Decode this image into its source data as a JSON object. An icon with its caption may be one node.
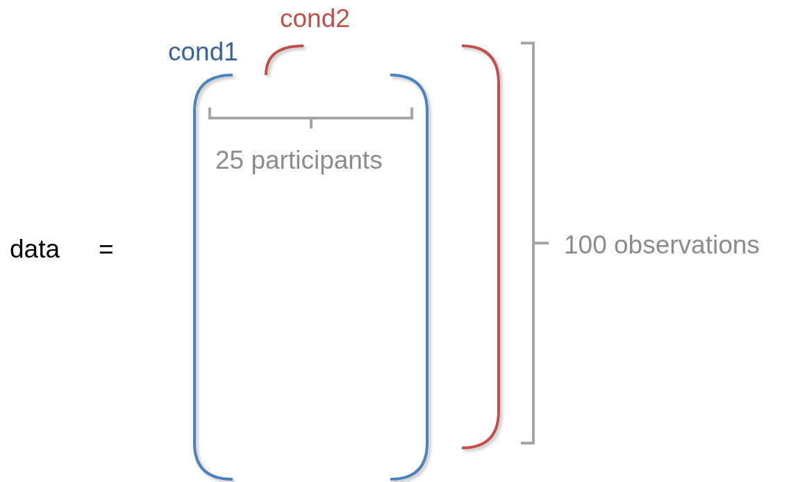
{
  "diagram": {
    "labels": [
      "cond2",
      "cond1",
      "25 participants",
      "data",
      "=",
      "100 observations"
    ]
  }
}
